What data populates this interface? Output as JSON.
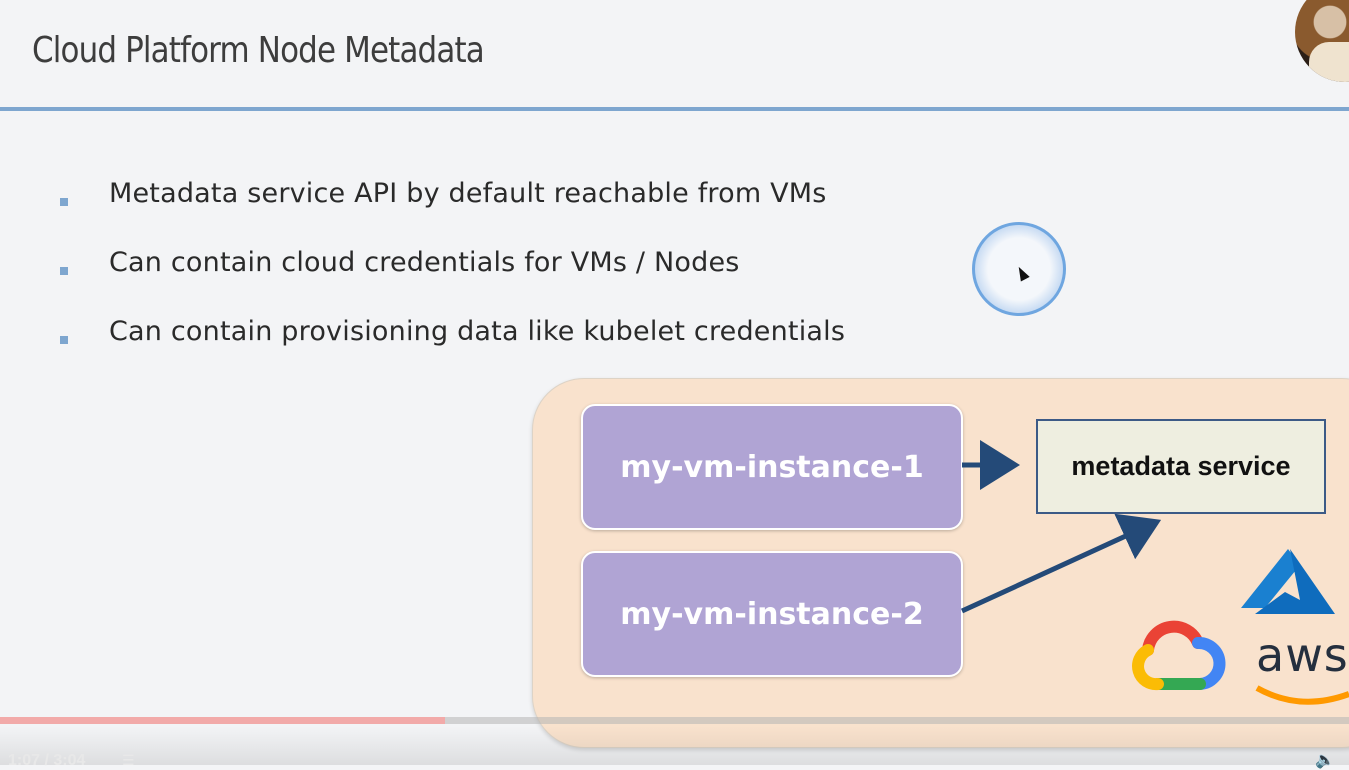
{
  "slide": {
    "title": "Cloud Platform Node Metadata",
    "bullets": [
      "Metadata service API by default reachable from VMs",
      "Can contain cloud credentials for VMs / Nodes",
      "Can contain provisioning data like kubelet credentials"
    ]
  },
  "diagram": {
    "vm1": "my-vm-instance-1",
    "vm2": "my-vm-instance-2",
    "metadata_service": "metadata service",
    "logos": {
      "aws": "aws",
      "azure": "azure-logo",
      "gcp": "google-cloud-logo"
    }
  },
  "player": {
    "time": "1:07 / 3:04",
    "progress_fraction": 0.33
  },
  "colors": {
    "accent": "#7ea6cf",
    "vm_box": "#b0a4d4",
    "panel": "#f9e2cd",
    "arrow": "#244a78"
  }
}
